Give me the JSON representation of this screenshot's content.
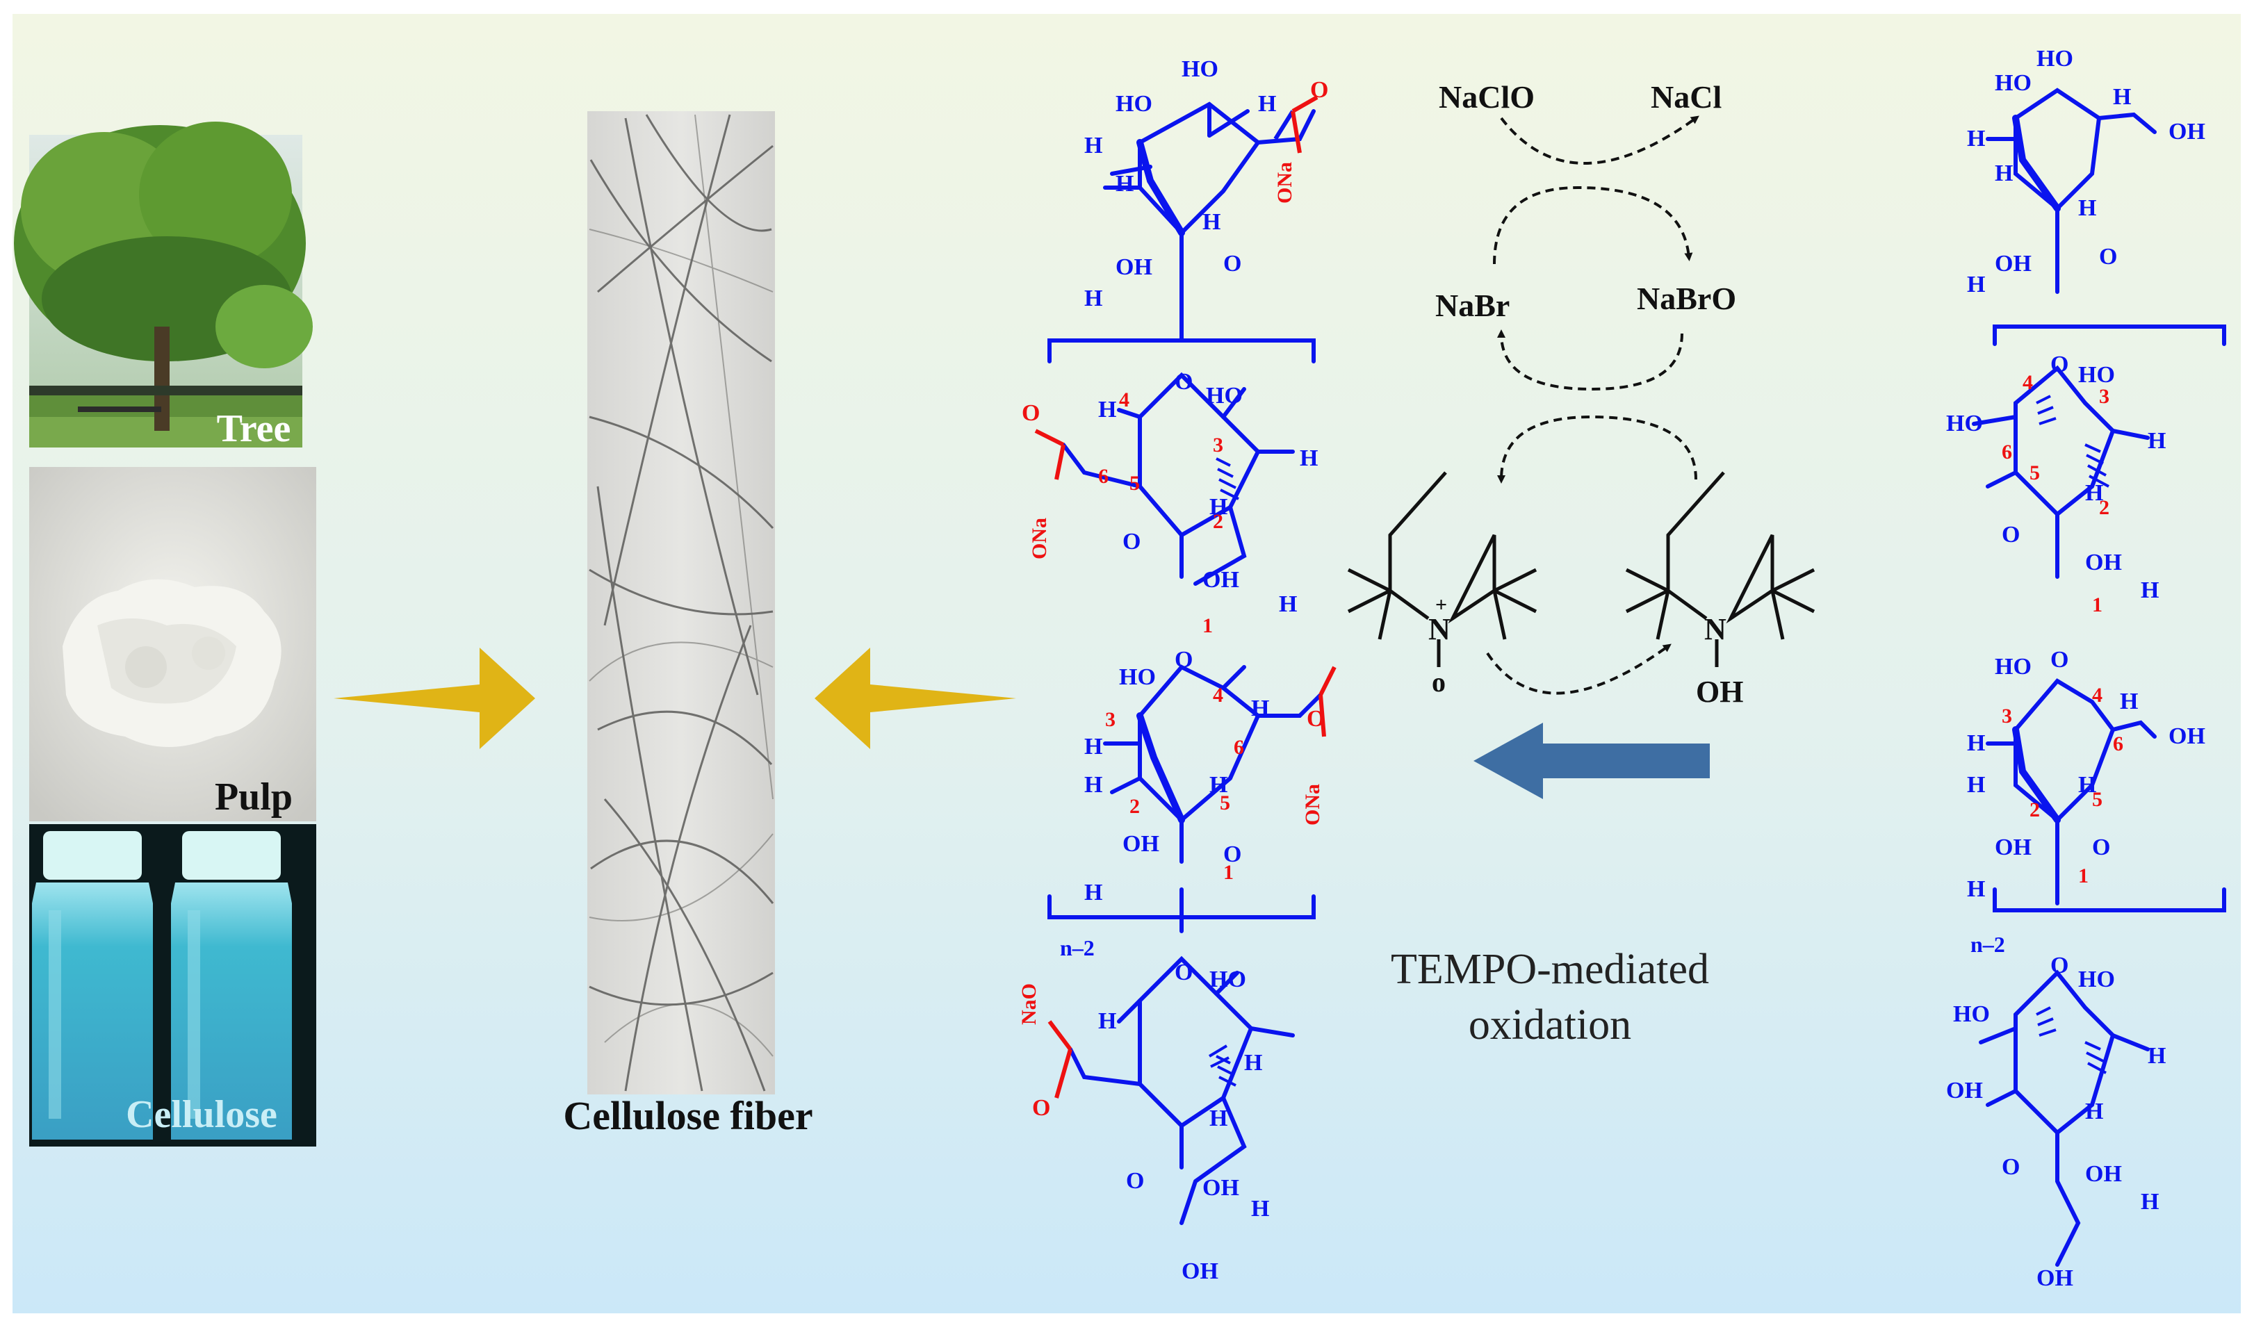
{
  "panel_labels": {
    "tree": "Tree",
    "pulp": "Pulp",
    "cellulose": "Cellulose"
  },
  "fiber_caption": "Cellulose fiber",
  "cycle": {
    "naclo": "NaClO",
    "nacl": "NaCl",
    "nabr": "NaBr",
    "nabro": "NaBrO"
  },
  "tempo": {
    "plus": "+",
    "n_ox": "N",
    "o_ox": "o",
    "n_red": "N",
    "oh_red": "OH"
  },
  "process_line1": "TEMPO-mediated",
  "process_line2": "oxidation",
  "chain": {
    "ho": "HO",
    "oh": "OH",
    "h": "H",
    "o": "O",
    "ona": "ONa",
    "nao": "NaO",
    "o_carbonyl": "O",
    "repeat": "n–2",
    "num1": "1",
    "num2": "2",
    "num3": "3",
    "num4": "4",
    "num5": "5",
    "num6": "6"
  },
  "colors": {
    "chain": "#0a14ee",
    "carboxyl": "#ee1111",
    "arrow_gold": "#e0b416",
    "arrow_blue": "#3e6ea3",
    "bg_top": "#f2f6e5",
    "bg_bottom": "#cde9f7"
  }
}
